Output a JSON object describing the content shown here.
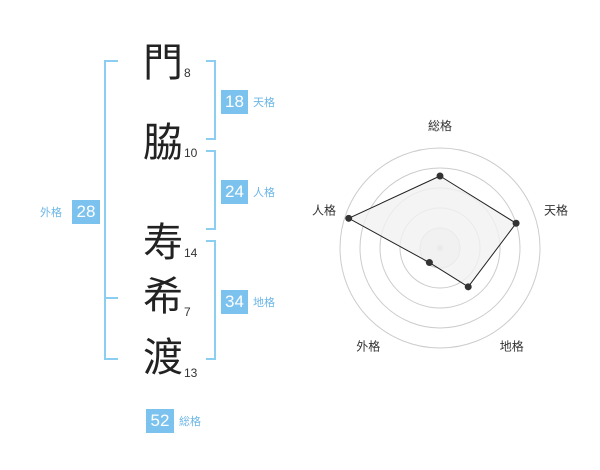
{
  "name": {
    "surname": [
      {
        "char": "門",
        "strokes": "8"
      },
      {
        "char": "脇",
        "strokes": "10"
      }
    ],
    "given": [
      {
        "char": "寿",
        "strokes": "14"
      },
      {
        "char": "希",
        "strokes": "7"
      },
      {
        "char": "渡",
        "strokes": "13"
      }
    ]
  },
  "kaku": {
    "tenkaku": {
      "value": "18",
      "label": "天格"
    },
    "jinkaku": {
      "value": "24",
      "label": "人格"
    },
    "chikaku": {
      "value": "34",
      "label": "地格"
    },
    "gaikaku": {
      "value": "28",
      "label": "外格"
    },
    "soukaku": {
      "value": "52",
      "label": "総格"
    }
  },
  "chart_data": {
    "type": "radar",
    "axes": [
      "総格",
      "天格",
      "地格",
      "外格",
      "人格"
    ],
    "levels": 5,
    "values": [
      3.6,
      4.0,
      2.4,
      0.9,
      4.8
    ],
    "max": 5,
    "colors": {
      "fill": "#f1f1f1",
      "stroke": "#222222",
      "grid": "#cccccc",
      "accent": "#7cc2ee"
    }
  }
}
